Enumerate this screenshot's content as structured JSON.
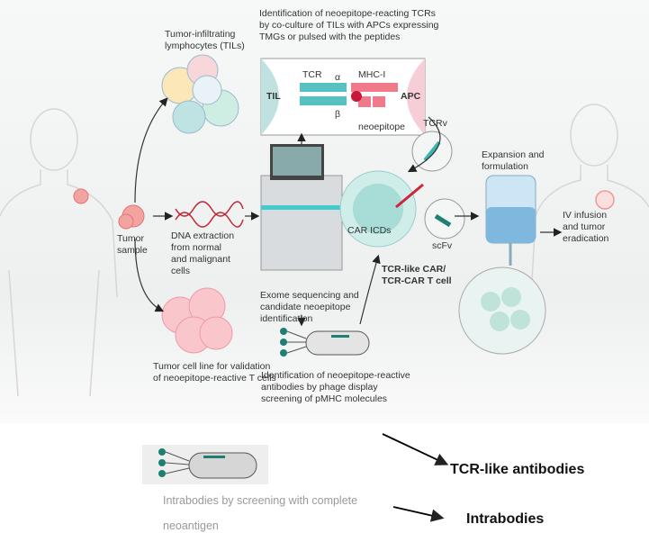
{
  "labels": {
    "tils": [
      "Tumor-infiltrating",
      "lymphocytes (TILs)"
    ],
    "identification_tcr": [
      "Identification of neoepitope-reacting TCRs",
      "by co-culture of TILs with APCs expressing",
      "TMGs or pulsed with the peptides"
    ],
    "til": "TIL",
    "apc": "APC",
    "tcr": "TCR",
    "alpha": "α",
    "beta": "β",
    "mhc": "MHC-I",
    "neoepitope": "neoepitope",
    "tumor_sample": [
      "Tumor",
      "sample"
    ],
    "dna": [
      "DNA extraction",
      "from normal",
      "and malignant",
      "cells"
    ],
    "exome": [
      "Exome sequencing and",
      "candidate neoepitope",
      "identification"
    ],
    "tumor_cell_line": [
      "Tumor cell line for validation",
      "of neoepitope-reactive T cells"
    ],
    "phage": [
      "Identification of neoepitope-reactive",
      "antibodies by phage display",
      "screening of pMHC molecules"
    ],
    "car_icds": "CAR ICDs",
    "tcr_car": [
      "TCR-like CAR/",
      "TCR-CAR T cell"
    ],
    "tcrv": "TCRv",
    "scfv": "scFv",
    "expansion": [
      "Expansion and",
      "formulation"
    ],
    "iv": [
      "IV infusion",
      "and tumor",
      "eradication"
    ]
  },
  "outcomes": {
    "tcr_like_antibodies": "TCR-like antibodies",
    "intrabodies": "Intrabodies",
    "intrabodies_desc": [
      "Intrabodies by screening with complete",
      "neoantigen"
    ]
  },
  "colors": {
    "teal": "#3bb3b0",
    "pink": "#f08aa0",
    "red": "#d0243c",
    "dark_teal": "#1f7f73"
  }
}
